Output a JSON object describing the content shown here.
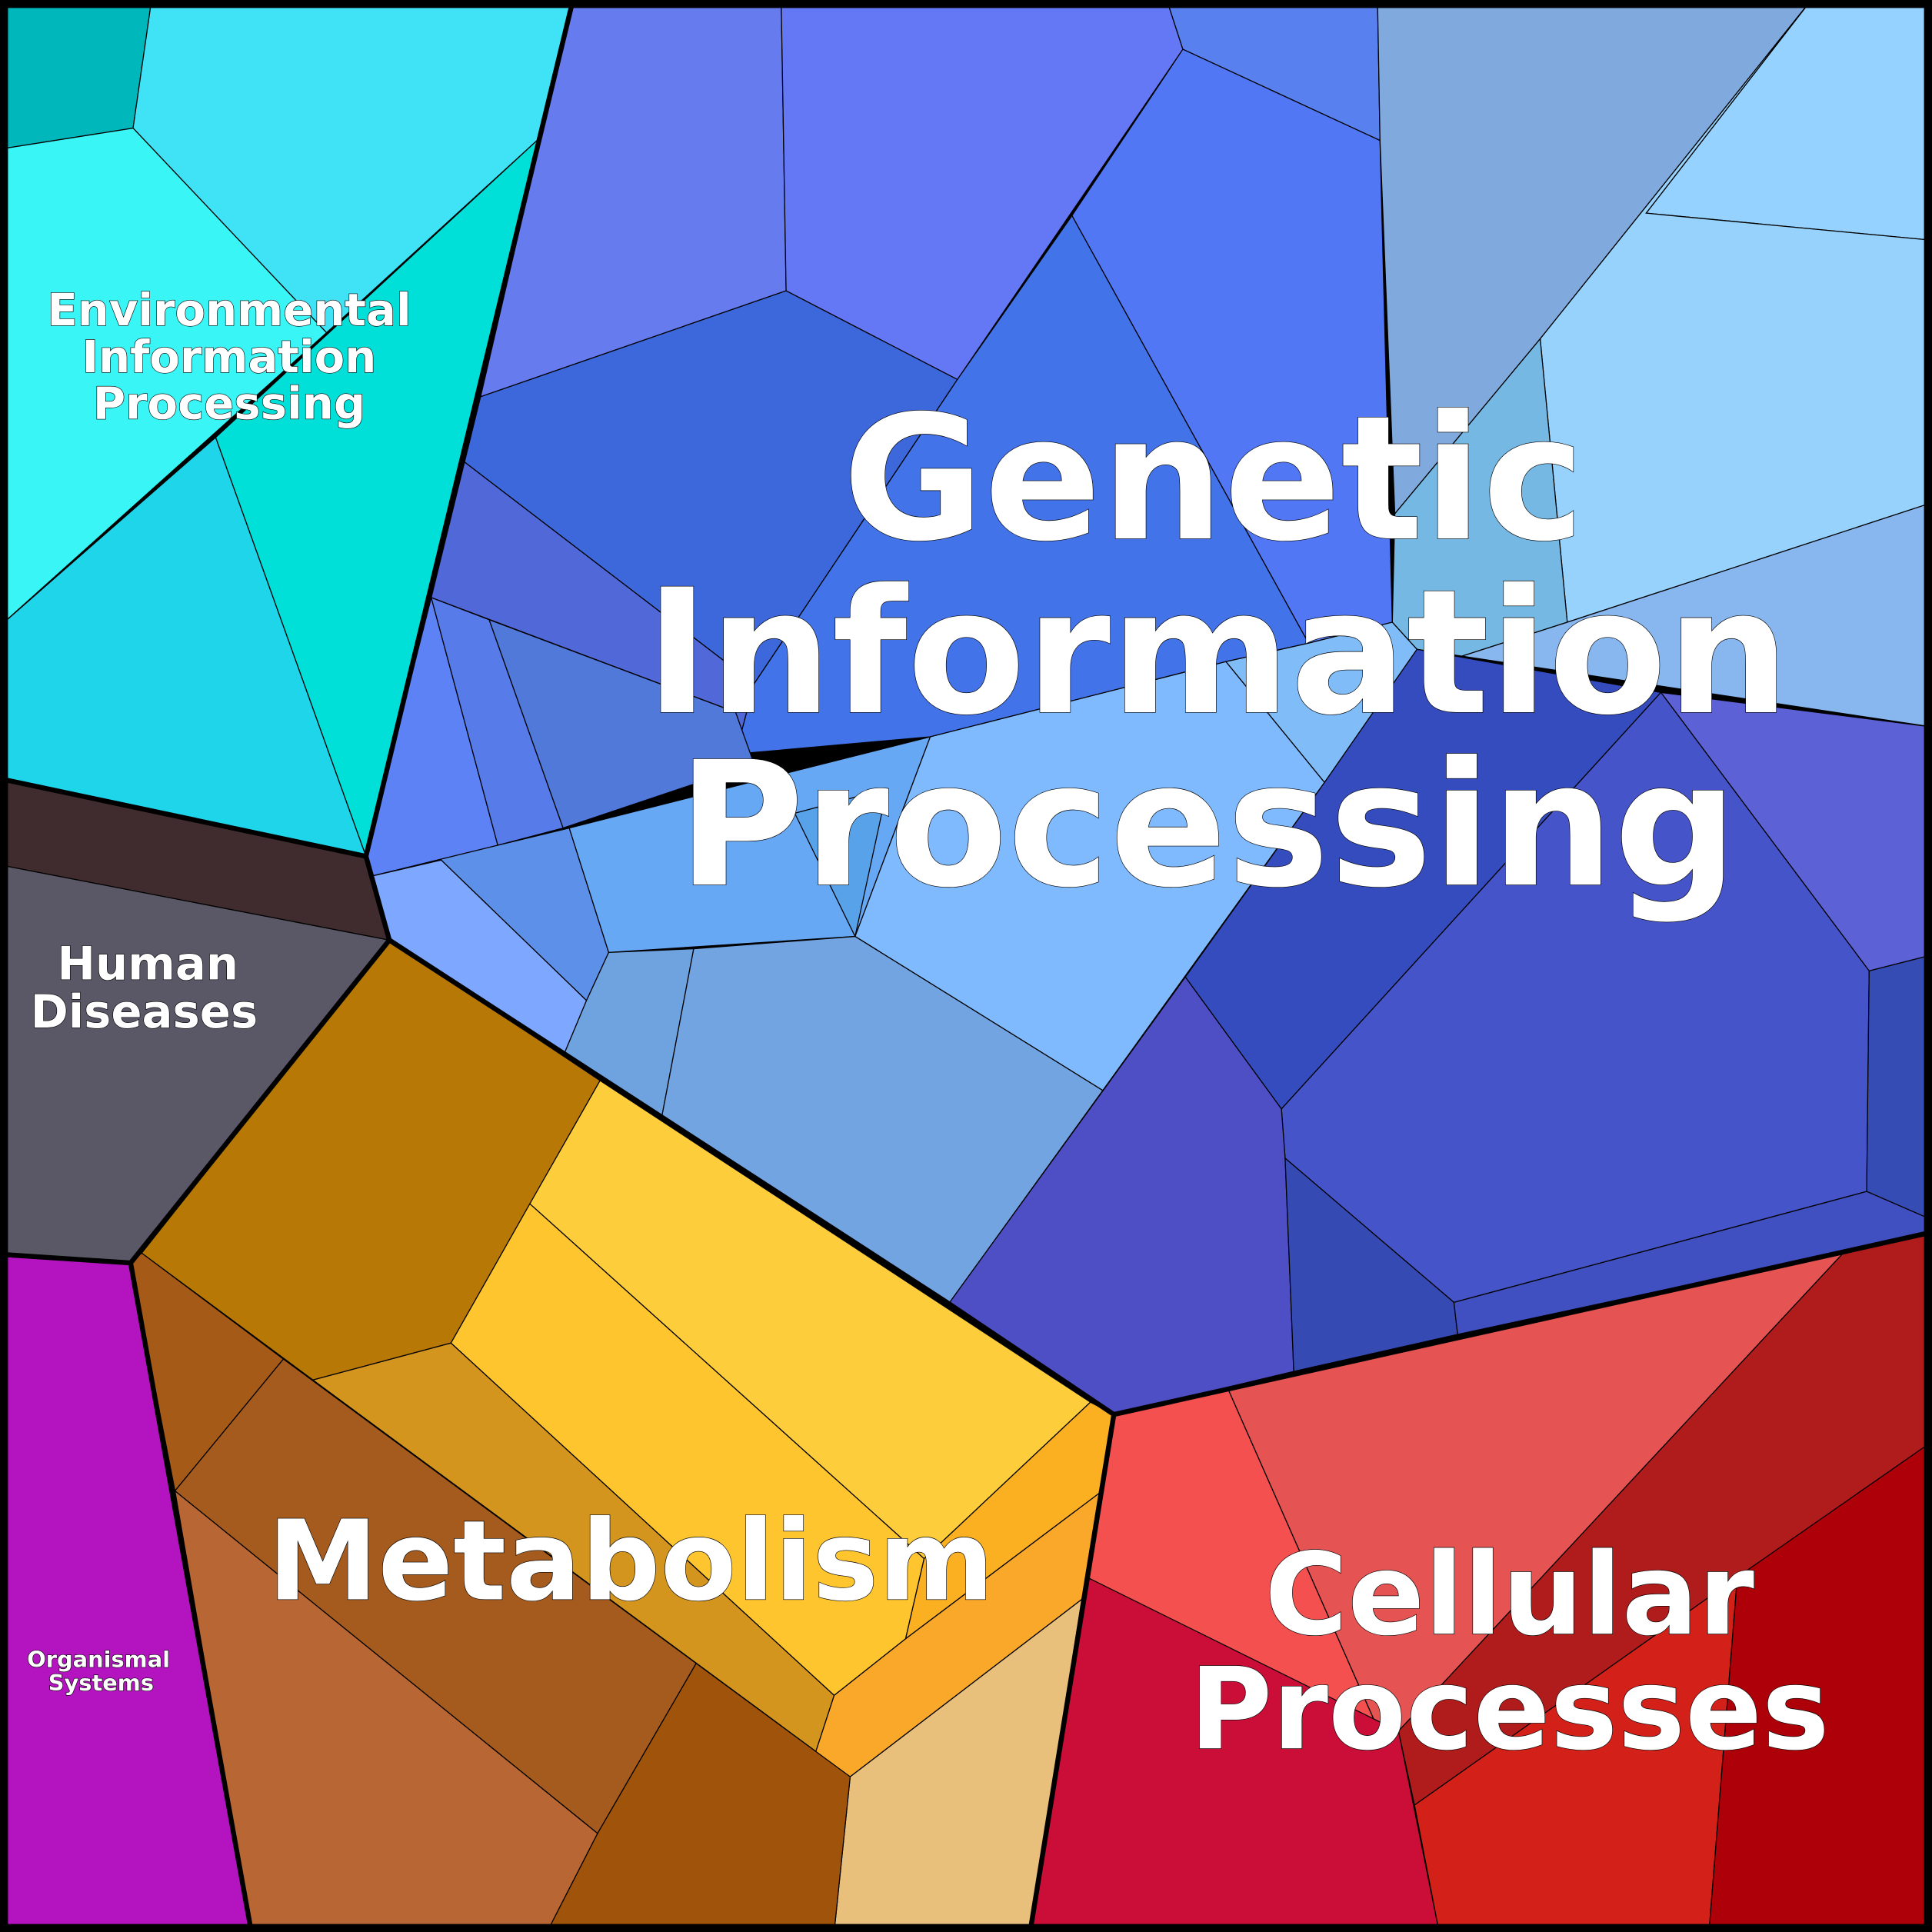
{
  "title": "Proteomap",
  "categories": [
    {
      "id": "genetic",
      "label_lines": [
        "Genetic",
        "Information",
        "Processing"
      ],
      "color": "#4a6fe0"
    },
    {
      "id": "environmental",
      "label_lines": [
        "Environmental",
        "Information",
        "Processing"
      ],
      "color": "#3ce8f0"
    },
    {
      "id": "human",
      "label_lines": [
        "Human",
        "Diseases"
      ],
      "color": "#5a5866"
    },
    {
      "id": "organismal",
      "label_lines": [
        "Organismal",
        "Systems"
      ],
      "color": "#b414c0"
    },
    {
      "id": "metabolism",
      "label_lines": [
        "Metabolism"
      ],
      "color": "#f5b52a"
    },
    {
      "id": "cellular",
      "label_lines": [
        "Cellular",
        "Processes"
      ],
      "color": "#d32030"
    }
  ]
}
